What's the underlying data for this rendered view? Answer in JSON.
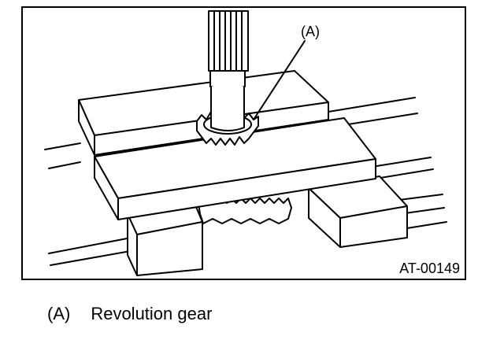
{
  "figure": {
    "figure_id": "AT-00149",
    "callouts": [
      {
        "label": "(A)"
      }
    ]
  },
  "legend": {
    "items": [
      {
        "key": "(A)",
        "text": "Revolution gear"
      }
    ]
  }
}
